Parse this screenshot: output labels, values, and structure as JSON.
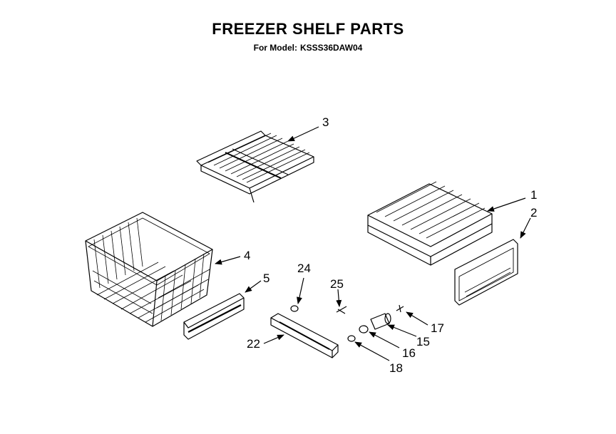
{
  "header": {
    "title": "FREEZER SHELF PARTS",
    "model_prefix": "For Model:",
    "model": "KSSS36DAW04"
  },
  "parts": [
    {
      "id": "p1",
      "label": "1"
    },
    {
      "id": "p2",
      "label": "2"
    },
    {
      "id": "p3",
      "label": "3"
    },
    {
      "id": "p4",
      "label": "4"
    },
    {
      "id": "p5",
      "label": "5"
    },
    {
      "id": "p15",
      "label": "15"
    },
    {
      "id": "p16",
      "label": "16"
    },
    {
      "id": "p17",
      "label": "17"
    },
    {
      "id": "p18",
      "label": "18"
    },
    {
      "id": "p22",
      "label": "22"
    },
    {
      "id": "p24",
      "label": "24"
    },
    {
      "id": "p25",
      "label": "25"
    }
  ]
}
